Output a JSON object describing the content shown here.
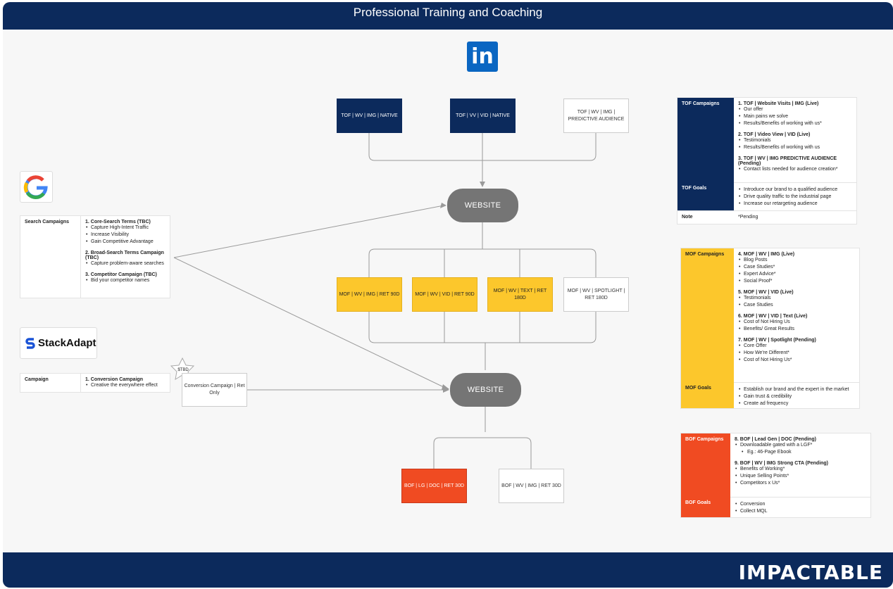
{
  "title": "Professional Training and Coaching",
  "brand": "IMPACTABLE",
  "logos": {
    "linkedin": "in",
    "stackadapt": "StackAdapt"
  },
  "hubs": {
    "website_top": "WEBSITE",
    "website_bottom": "WEBSITE"
  },
  "tof_boxes": [
    "TOF | WV | IMG | NATIVE",
    "TOF | VV | VID | NATIVE",
    "TOF | WV | IMG | PREDICTIVE AUDIENCE"
  ],
  "mof_boxes": [
    "MOF | WV | IMG | RET 90D",
    "MOF | WV | VID | RET 90D",
    "MOF | WV | TEXT | RET 180D",
    "MOF | WV | SPOTLIGHT | RET 180D"
  ],
  "bof_boxes": [
    "BOF | LG | DOC | RET 30D",
    "BOF | WV | IMG | RET 30D"
  ],
  "stackadapt_box": "Conversion Campaign | Ret Only",
  "tbd_badge": "$TBD",
  "search_table": {
    "label": "Search Campaigns",
    "groups": [
      {
        "title": "1. Core-Search Terms (TBC)",
        "items": [
          "Capture High-Intent Traffic",
          "Increase Visibility",
          "Gain Competitive Advantage"
        ]
      },
      {
        "title": "2. Broad-Search Terms Campaign (TBC)",
        "items": [
          "Capture problem-aware searches"
        ]
      },
      {
        "title": "3. Competitor Campaign (TBC)",
        "items": [
          "Bid your competitor names"
        ]
      }
    ]
  },
  "campaign_table": {
    "label": "Campaign",
    "groups": [
      {
        "title": "1. Conversion Campaign",
        "items": [
          "Creative the everywhere effect"
        ]
      }
    ]
  },
  "tof_panel": {
    "label": "TOF Campaigns",
    "groups": [
      {
        "title": "1. TOF | Website Visits | IMG (Live)",
        "items": [
          "Our offer",
          "Main pains we solve",
          "Results/Benefits of working with us*"
        ]
      },
      {
        "title": "2. TOF | Video View | VID (Live)",
        "items": [
          "Testimonials",
          "Results/Benefits of working with us"
        ]
      },
      {
        "title": "3. TOF | WV | IMG PREDICTIVE AUDIENCE (Pending)",
        "items": [
          "Contact lists needed for audience creation*"
        ]
      }
    ],
    "goals_label": "TOF Goals",
    "goals": [
      "Introduce our brand to a qualified audience",
      "Drive quality traffic to the industrial page",
      "Increase our retargeting audience"
    ],
    "note_label": "Note",
    "note": "*Pending"
  },
  "mof_panel": {
    "label": "MOF Campaigns",
    "groups": [
      {
        "title": "4. MOF | WV | IMG (Live)",
        "items": [
          "Blog Posts",
          "Case Studies*",
          "Expert Advice*",
          "Social Proof*"
        ]
      },
      {
        "title": "5. MOF | WV | VID  (Live)",
        "items": [
          "Testimonials",
          "Case Studies"
        ]
      },
      {
        "title": "6. MOF | WV | VID | Text (Live)",
        "items": [
          "Cost of Not Hiring Us",
          "Benefits/ Great Results"
        ]
      },
      {
        "title": "7. MOF | WV | Spotlight (Pending)",
        "items": [
          "Core Offer",
          "How We're Different*",
          "Cost of Not Hiring Us*"
        ]
      }
    ],
    "goals_label": "MOF Goals",
    "goals": [
      "Establish our brand and the expert in the market",
      "Gain trust & credibility",
      "Create ad frequency"
    ]
  },
  "bof_panel": {
    "label": "BOF Campaigns",
    "groups": [
      {
        "title": "8. BOF | Lead Gen | DOC (Pending)",
        "items": [
          "Downloadable gated with a LGF*"
        ],
        "subitems": [
          "Eg.: 46-Page Ebook"
        ]
      },
      {
        "title": "9. BOF | WV | IMG Strong CTA (Pending)",
        "items": [
          "Benefits of Working*",
          "Unique Selling Points*",
          "Competitors x Us*"
        ]
      }
    ],
    "goals_label": "BOF Goals",
    "goals": [
      "Conversion",
      "Collect MQL"
    ]
  },
  "colors": {
    "navy": "#0c2a5c",
    "yellow": "#fcc72c",
    "red": "#f04b22",
    "hub": "#757575"
  }
}
